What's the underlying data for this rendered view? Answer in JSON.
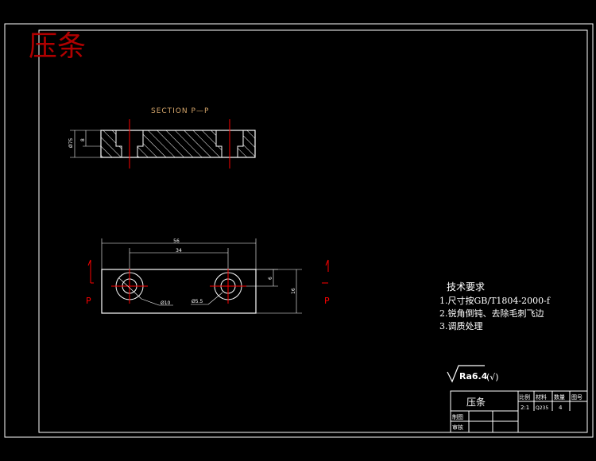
{
  "title_big": "压条",
  "section_label": "SECTION P—P",
  "section_dims": {
    "thickness": "Ø75",
    "counterbore_depth": "8"
  },
  "plan_dims": {
    "overall_length": "56",
    "hole_spacing": "34",
    "hole_offset": "6",
    "width": "16",
    "small_hole": "Ø10",
    "counterbore": "Ø5.5"
  },
  "view_marks": {
    "left": "P",
    "right": "P"
  },
  "tech_notes": {
    "title": "技术要求",
    "items": [
      "1.尺寸按GB/T1804-2000-f",
      "2.锐角倒钝、去除毛刺飞边",
      "3.调质处理"
    ]
  },
  "roughness": {
    "value": "Ra6.4",
    "suffix": "(√)"
  },
  "title_block": {
    "part_name": "压条",
    "headers": [
      "比例",
      "材料",
      "数量",
      "图号"
    ],
    "values": [
      "2:1",
      "Q235",
      "4",
      ""
    ],
    "rows": [
      "制图",
      "审核"
    ]
  },
  "colors": {
    "outline": "#ffffff",
    "center_line": "#ff0000",
    "dim_text": "#ffffff",
    "title": "#b00000",
    "section_text": "#d4a56a"
  }
}
